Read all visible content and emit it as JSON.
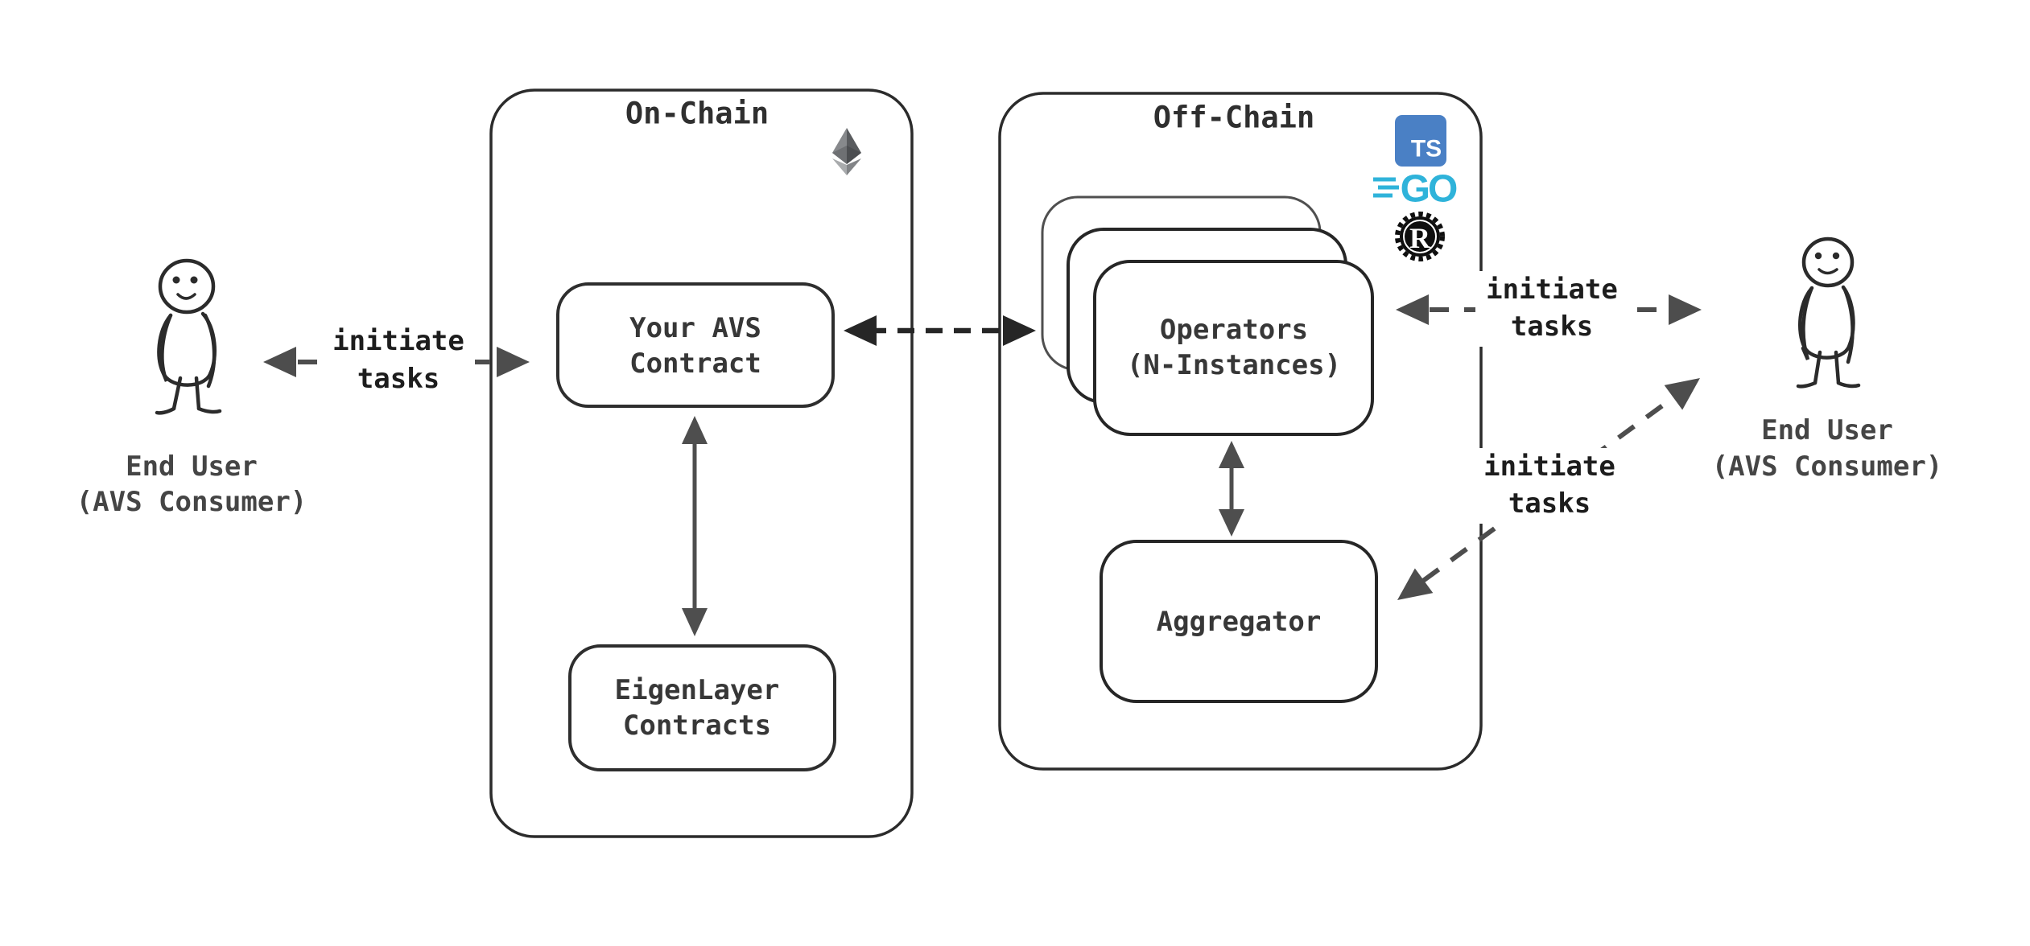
{
  "diagram": {
    "background": "#ffffff",
    "ink_color": "#2b2b2b",
    "arrow_color": "#4d4d4d",
    "dark_arrow_color": "#262626"
  },
  "actor_left": {
    "line1": "End User",
    "line2": "(AVS Consumer)"
  },
  "actor_right": {
    "line1": "End User",
    "line2": "(AVS Consumer)"
  },
  "on_chain": {
    "title": "On-Chain",
    "avs_box": {
      "line1": "Your AVS",
      "line2": "Contract"
    },
    "eigen_box": {
      "line1": "EigenLayer",
      "line2": "Contracts"
    }
  },
  "off_chain": {
    "title": "Off-Chain",
    "operators_box": {
      "line1": "Operators",
      "line2": "(N-Instances)"
    },
    "aggregator_box": {
      "label": "Aggregator"
    }
  },
  "edge_labels": {
    "left": {
      "line1": "initiate",
      "line2": "tasks"
    },
    "right_top": {
      "line1": "initiate",
      "line2": "tasks"
    },
    "right_bottom": {
      "line1": "initiate",
      "line2": "tasks"
    }
  },
  "icons": {
    "ethereum": "ethereum-logo",
    "typescript": {
      "text": "TS",
      "color": "#4a80c5"
    },
    "go": {
      "text": "GO",
      "color": "#2fb3da"
    },
    "rust": {
      "text": "R",
      "color": "#0f0f0f"
    }
  }
}
